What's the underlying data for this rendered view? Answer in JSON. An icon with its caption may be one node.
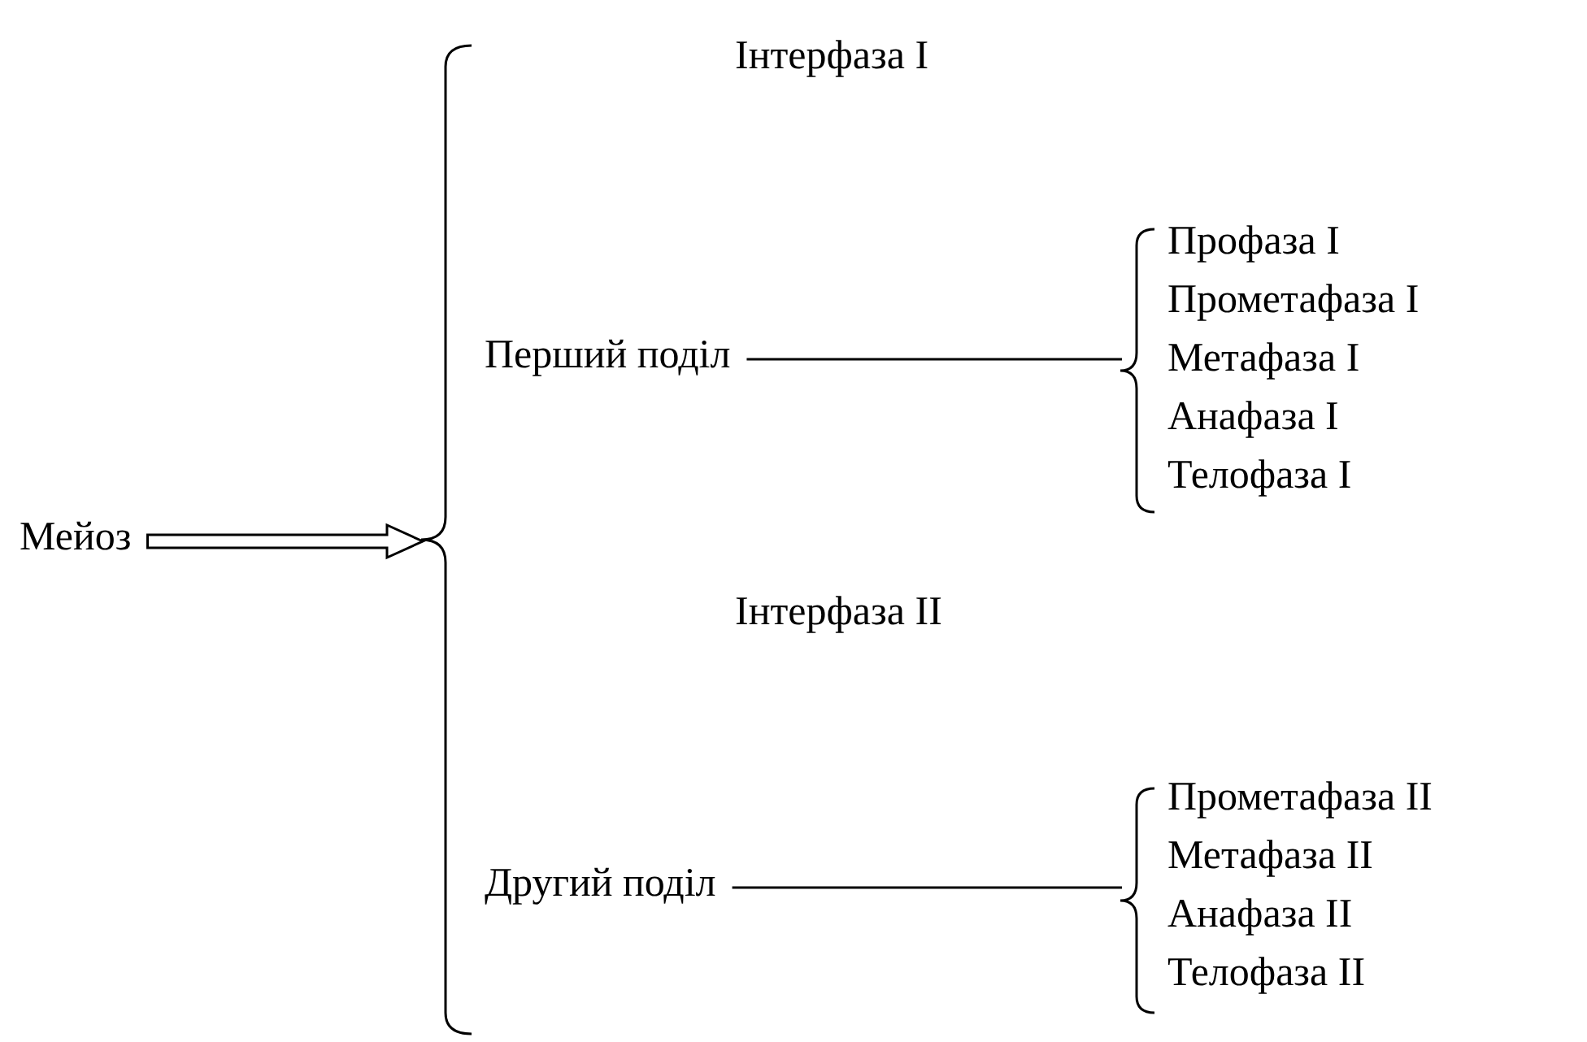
{
  "diagram": {
    "nodes": [
      {
        "text": [
          "Мейоз"
        ]
      },
      {
        "text": [],
        "shape": "brace"
      },
      {
        "text": [
          "Інтерфаза I"
        ]
      },
      {
        "text": [
          "Перший поділ"
        ]
      },
      {
        "text": [],
        "shape": "brace"
      },
      {
        "text": [
          "Профаза I"
        ]
      },
      {
        "text": [
          "Прометафаза I"
        ]
      },
      {
        "text": [
          "Метафаза I"
        ]
      },
      {
        "text": [
          "Анафаза I"
        ]
      },
      {
        "text": [
          "Телофаза I"
        ]
      },
      {
        "text": [
          "Інтерфаза II"
        ]
      },
      {
        "text": [
          "Другий поділ"
        ]
      },
      {
        "text": [],
        "shape": "brace"
      },
      {
        "text": [
          "Прометафаза II"
        ]
      },
      {
        "text": [
          "Метафаза II"
        ]
      },
      {
        "text": [
          "Анафаза II"
        ]
      },
      {
        "text": [
          "Телофаза II"
        ]
      }
    ],
    "edges": [
      {
        "from": 0,
        "to": 1,
        "arrow": "to",
        "style": "thick"
      },
      {
        "from": 3,
        "to": 4,
        "arrow": "none"
      },
      {
        "from": 11,
        "to": 12,
        "arrow": "none"
      }
    ]
  }
}
